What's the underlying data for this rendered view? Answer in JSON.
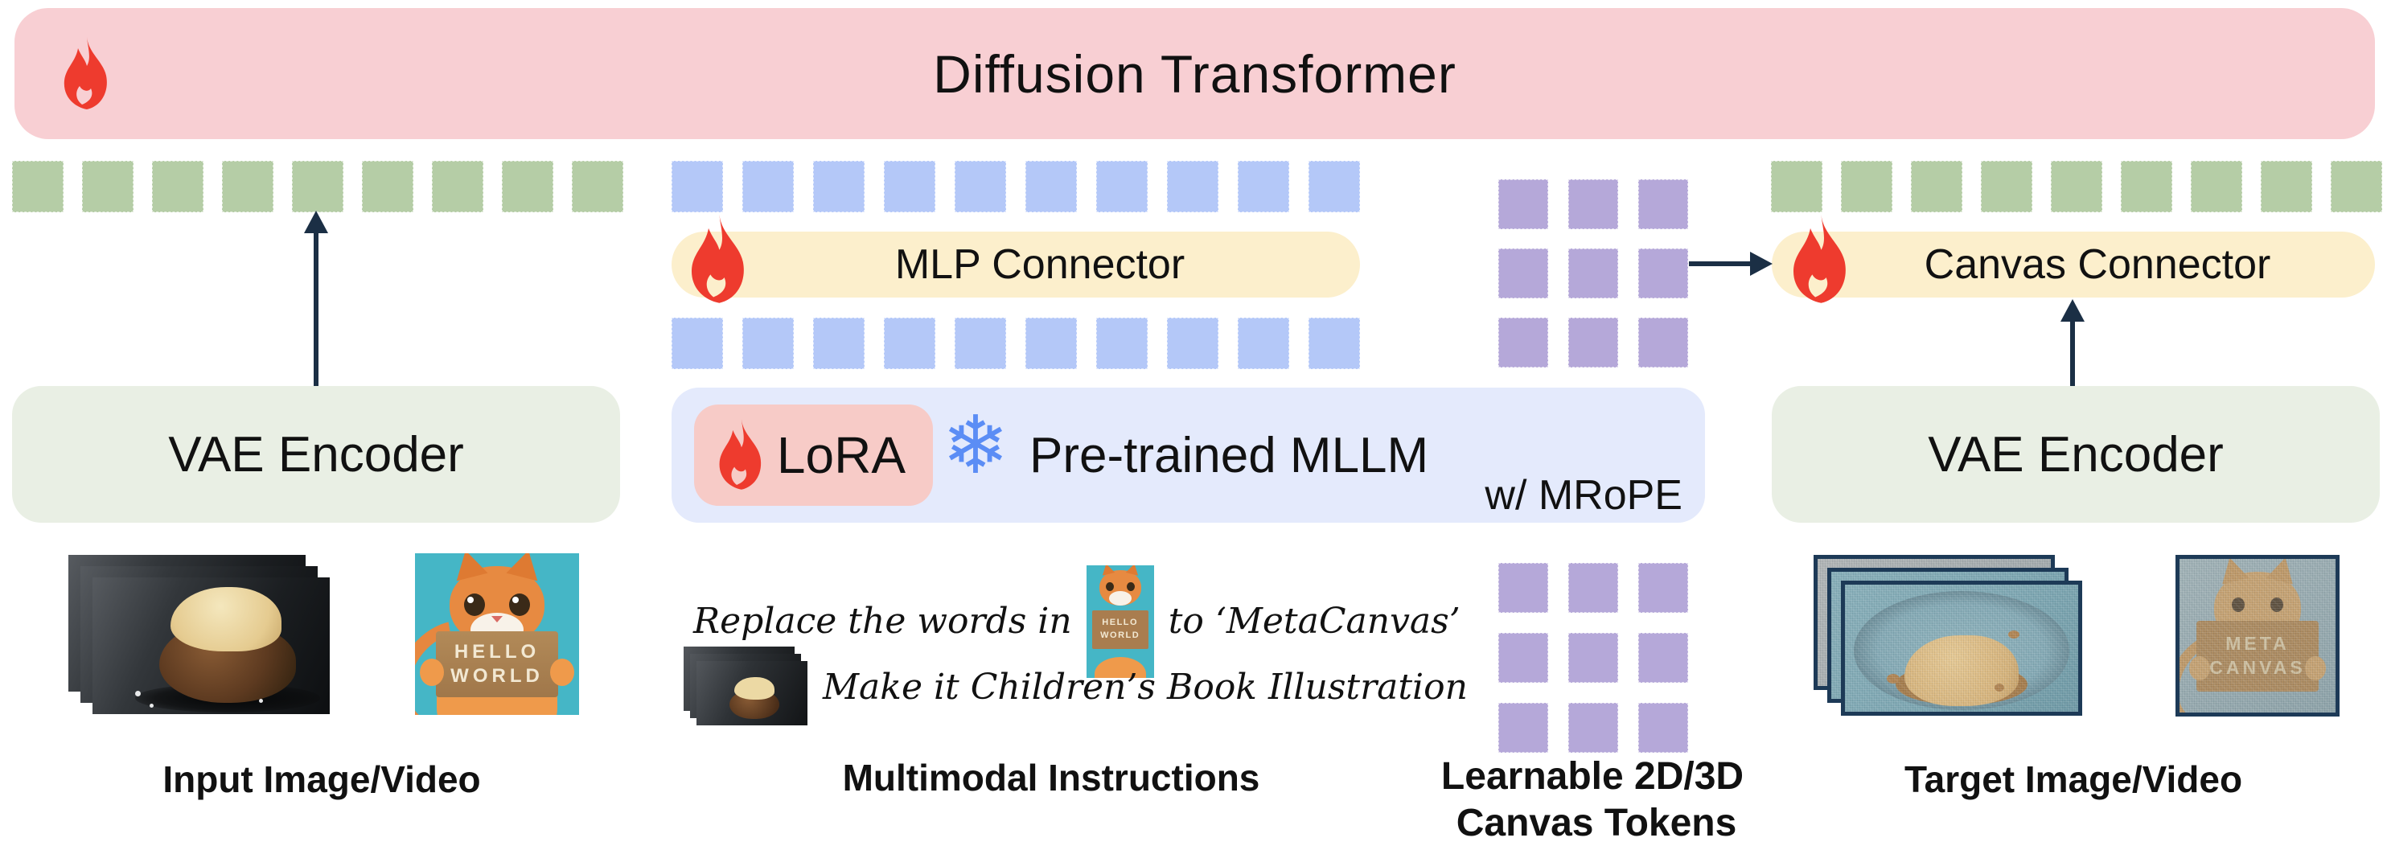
{
  "title": "Diffusion Transformer",
  "left": {
    "vae_label": "VAE Encoder",
    "caption": "Input Image/Video",
    "cat_sign": [
      "HELLO",
      "WORLD"
    ]
  },
  "middle": {
    "mlp_label": "MLP Connector",
    "lora_label": "LoRA",
    "mllm_label": "Pre-trained MLLM",
    "mrope_label": "w/ MRoPE",
    "instruction1_prefix": "Replace the words in",
    "instruction1_suffix": "to ‘MetaCanvas’",
    "instruction2": "Make it Children’s Book Illustration",
    "caption": "Multimodal Instructions"
  },
  "canvas_tokens": {
    "caption_line1": "Learnable 2D/3D",
    "caption_line2": "Canvas Tokens"
  },
  "right": {
    "connector_label": "Canvas Connector",
    "vae_label": "VAE Encoder",
    "caption": "Target Image/Video",
    "cat_sign": [
      "META",
      "CANVAS"
    ]
  },
  "tokens": {
    "input_row": {
      "count": 9,
      "color": "token_green"
    },
    "text_row_top": {
      "count": 10,
      "color": "token_blue"
    },
    "text_row_bottom": {
      "count": 10,
      "color": "token_blue"
    },
    "target_row": {
      "count": 9,
      "color": "token_green"
    },
    "canvas_grid_top": {
      "rows": 3,
      "cols": 3,
      "color": "token_purple"
    },
    "canvas_grid_bottom": {
      "rows": 3,
      "cols": 3,
      "color": "token_purple"
    }
  },
  "colors": {
    "banner_pink": "#f8cfd3",
    "fire_red": "#ee3b2e",
    "token_green": "#b5cda6",
    "token_blue": "#b4c8f8",
    "token_purple": "#b5a8d9",
    "connector_yellow": "#fcefcc",
    "mllm_lavender": "#e4eafc",
    "lora_pink": "#f7cbc7",
    "vae_sage": "#e9efe4",
    "arrow_navy": "#1b2f45",
    "snowflake_blue": "#5b8df5"
  }
}
